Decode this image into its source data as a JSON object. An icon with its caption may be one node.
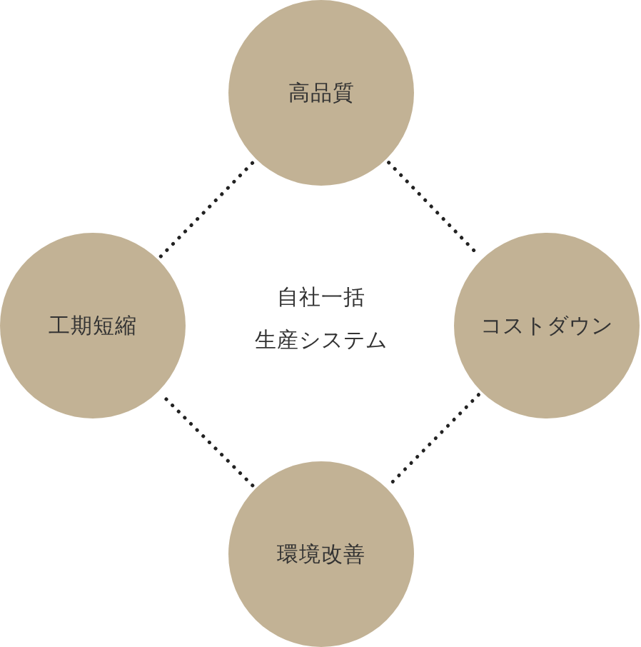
{
  "diagram": {
    "nodes": [
      {
        "text": [
          "高品質"
        ]
      },
      {
        "text": [
          "工期短縮"
        ]
      },
      {
        "text": [
          "コストダウン"
        ]
      },
      {
        "text": [
          "環境改善"
        ]
      }
    ],
    "edges": [
      {
        "from": 0,
        "to": 2,
        "arrow": "none"
      },
      {
        "from": 2,
        "to": 3,
        "arrow": "none"
      },
      {
        "from": 3,
        "to": 1,
        "arrow": "none"
      },
      {
        "from": 1,
        "to": 0,
        "arrow": "none"
      }
    ],
    "labels": [
      "自社一括生産システム"
    ]
  }
}
